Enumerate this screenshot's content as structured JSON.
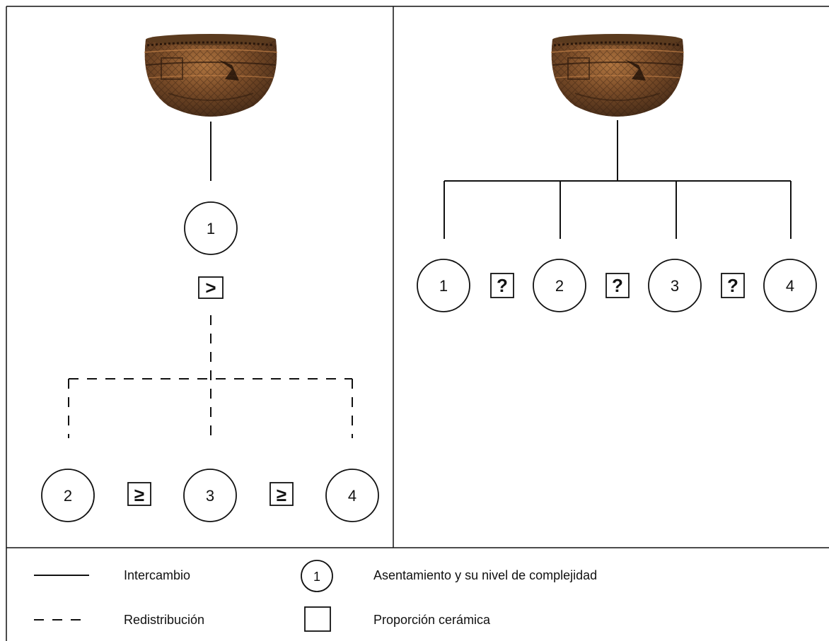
{
  "left_panel": {
    "top_node": "1",
    "top_relation": ">",
    "bottom_nodes": [
      "2",
      "3",
      "4"
    ],
    "bottom_relations": [
      "≥",
      "≥"
    ]
  },
  "right_panel": {
    "nodes": [
      "1",
      "2",
      "3",
      "4"
    ],
    "relations": [
      "?",
      "?",
      "?"
    ]
  },
  "legend": {
    "solid_line_label": "Intercambio",
    "dashed_line_label": "Redistribución",
    "node_example": "1",
    "node_label": "Asentamiento y su nivel de complejidad",
    "square_label": "Proporción cerámica"
  },
  "colors": {
    "line": "#111111",
    "bowl_dark": "#3a2414",
    "bowl_mid": "#6b4424",
    "bowl_light": "#a06a3a",
    "bowl_rim": "#c8844a"
  }
}
